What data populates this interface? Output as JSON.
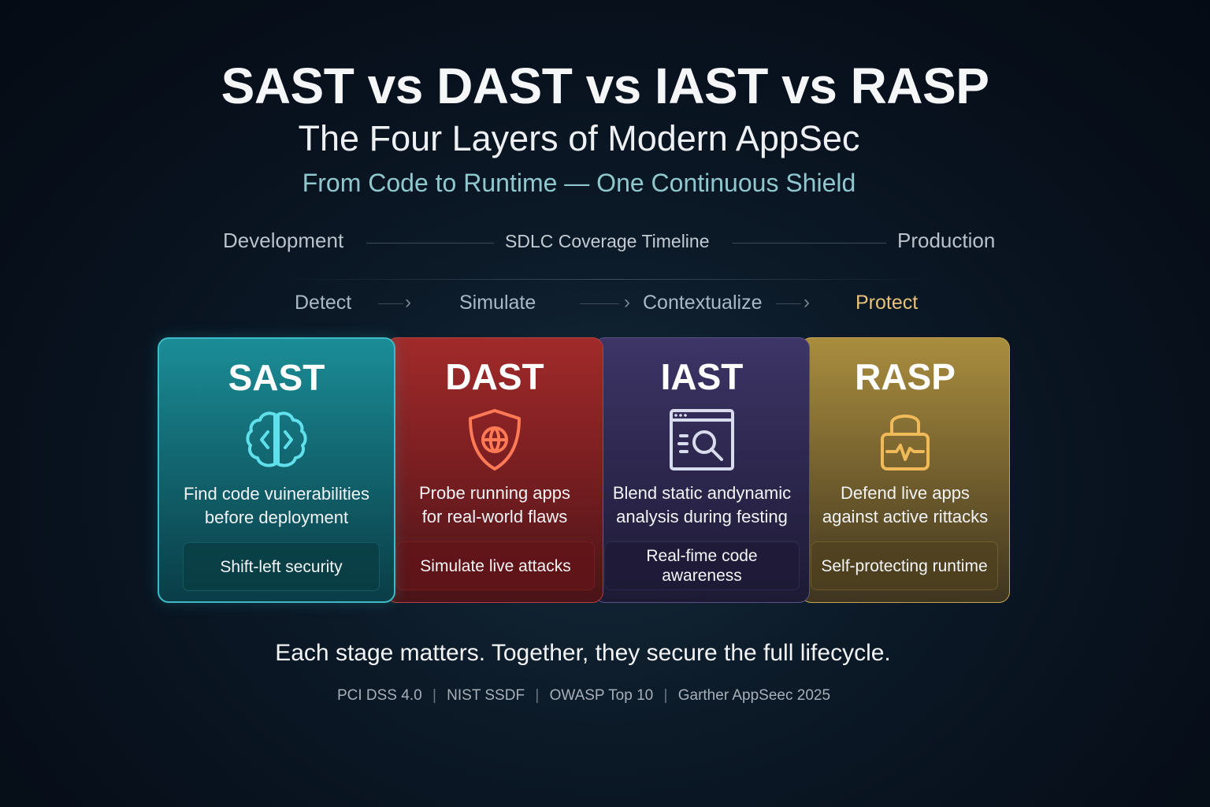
{
  "header": {
    "title": "SAST vs DAST vs IAST vs RASP",
    "subtitle": "The Four Layers of Modern AppSec",
    "tagline": "From Code to Runtime — One Continuous Shield"
  },
  "timeline": {
    "start_label": "Development",
    "center_label": "SDLC Coverage Timeline",
    "end_label": "Production"
  },
  "stages": [
    "Detect",
    "Simulate",
    "Contextualize",
    "Protect"
  ],
  "cards": [
    {
      "name": "SAST",
      "icon": "brain-code-icon",
      "description_line1": "Find code vuinerabilities",
      "description_line2": "before deployment",
      "pill": "Shift-left security",
      "color": "#1b8d97"
    },
    {
      "name": "DAST",
      "icon": "shield-globe-icon",
      "description_line1": "Probe running apps",
      "description_line2": "for real-world flaws",
      "pill": "Simulate live attacks",
      "color": "#a12a2a"
    },
    {
      "name": "IAST",
      "icon": "browser-magnifier-icon",
      "description_line1": "Blend static andynamic",
      "description_line2": "analysis during festing",
      "pill_line1": "Real-fime code",
      "pill_line2": "awareness",
      "color": "#3d3566"
    },
    {
      "name": "RASP",
      "icon": "padlock-pulse-icon",
      "description_line1": "Defend live apps",
      "description_line2": "against active rittacks",
      "pill": "Self-protecting runtime",
      "color": "#a98d3e"
    }
  ],
  "footer": {
    "statement": "Each stage matters. Together, they secure the full lifecycle.",
    "references": [
      "PCI DSS 4.0",
      "NIST SSDF",
      "OWASP Top 10",
      "Garther AppSeec 2025"
    ],
    "separator": "|"
  }
}
